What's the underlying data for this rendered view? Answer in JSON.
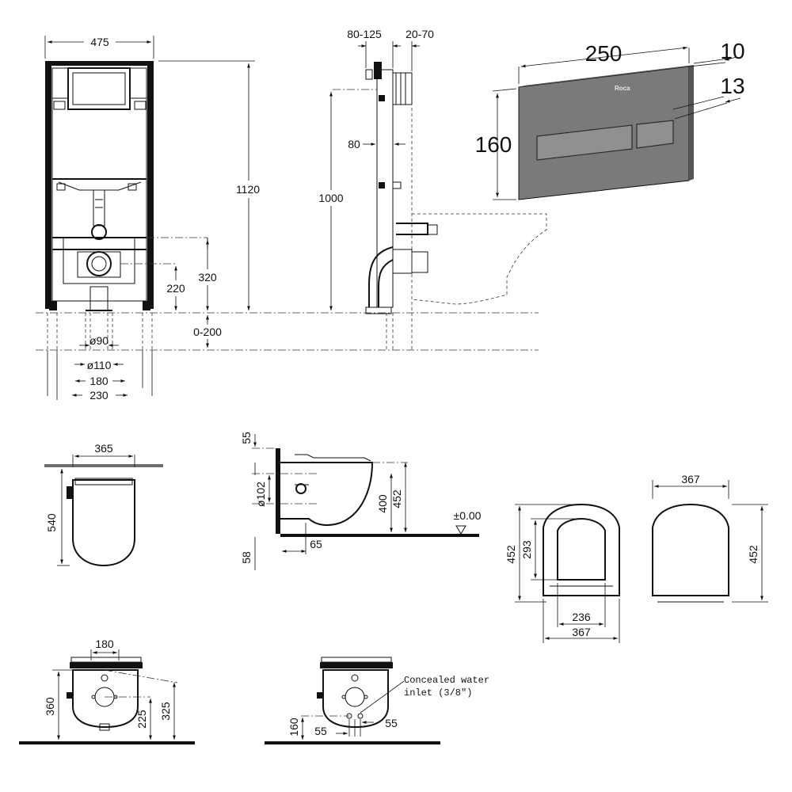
{
  "frame_view": {
    "front": {
      "width": "475",
      "height": "1120",
      "outlet_height": "320",
      "supply_height": "220",
      "floor_range": "0-200",
      "pipe_small": "ø90",
      "pipe_large": "ø110",
      "feet_inner": "180",
      "feet_outer": "230"
    },
    "side": {
      "depth_range": "80-125",
      "wall_range": "20-70",
      "offset": "80",
      "height": "1000"
    }
  },
  "flush_plate": {
    "width": "250",
    "height": "160",
    "thickness": "10",
    "button_depth": "13",
    "brand": "Roca"
  },
  "wc_views": {
    "top_width": "365",
    "top_length": "540",
    "side_top_clearance": "55",
    "side_pipe": "ø102",
    "side_height": "400",
    "side_total": "452",
    "side_offset": "65",
    "floor_level": "±0.00",
    "floor_depth": "58",
    "seat_outer_width": "367",
    "seat_inner_width": "236",
    "seat_outer_length": "452",
    "seat_inner_length": "293",
    "lid_width": "367",
    "lid_length": "452"
  },
  "rear_views": {
    "back_width": "180",
    "back_height": "360",
    "back_inlet_height": "225",
    "back_top_height": "325",
    "inlet_note_line1": "Concealed water",
    "inlet_note_line2": "inlet (3/8\")",
    "inlet_height": "160",
    "inlet_offset_left": "55",
    "inlet_offset_right": "55"
  }
}
